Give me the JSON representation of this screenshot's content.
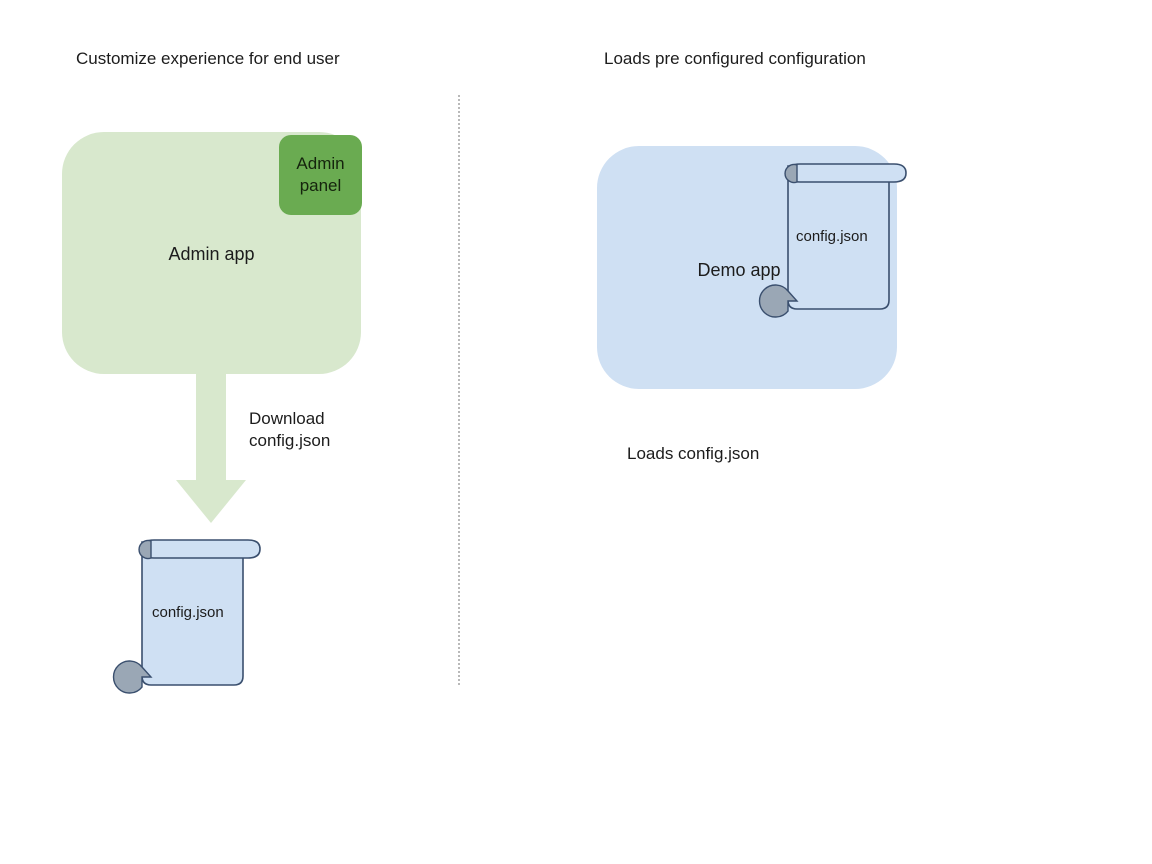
{
  "diagram": {
    "background_color": "#ffffff",
    "divider": {
      "style": "dotted",
      "color": "#b9b9b9"
    },
    "columns": [
      {
        "heading": "Customize experience for end user",
        "app": {
          "label": "Admin app",
          "fill_color": "#d8e8cd",
          "badge": {
            "label": "Admin panel",
            "fill_color": "#6aab51"
          }
        },
        "arrow": {
          "label": "Download config.json",
          "label_line1": "Download",
          "label_line2": "config.json",
          "color": "#d8e8cd",
          "direction": "down"
        },
        "document": {
          "label": "config.json",
          "fill_color": "#cfe0f3",
          "stroke_color": "#3a4f6e",
          "curl_color": "#9aa7b5"
        }
      },
      {
        "heading": "Loads pre configured configuration",
        "app": {
          "label": "Demo app",
          "fill_color": "#cfe0f3"
        },
        "document": {
          "label": "config.json",
          "fill_color": "#cfe0f3",
          "stroke_color": "#3a4f6e",
          "curl_color": "#9aa7b5"
        },
        "caption": "Loads config.json"
      }
    ]
  }
}
